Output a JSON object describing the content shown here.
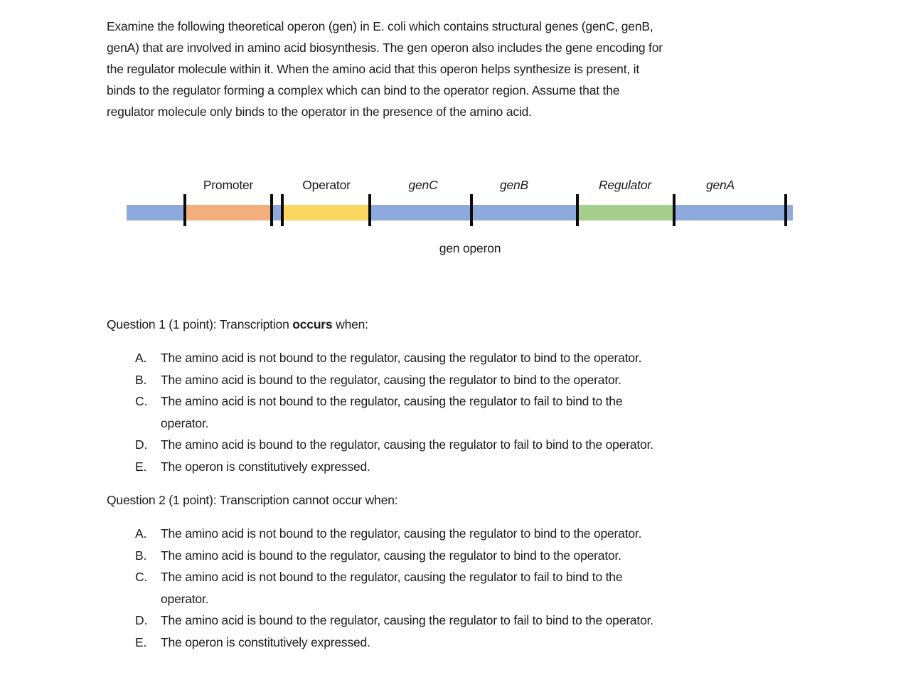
{
  "intro": {
    "lines": [
      "Examine the following theoretical operon (gen) in E. coli which contains structural genes (genC, genB,",
      "genA) that are involved in amino acid biosynthesis. The gen operon also includes the gene encoding for",
      "the regulator molecule within it. When the amino acid that this operon helps synthesize is present, it",
      "binds to the regulator forming a complex which can bind to the operator region. Assume that the",
      "regulator molecule only binds to the operator in the presence of the amino acid."
    ]
  },
  "diagram": {
    "caption": "gen operon",
    "labels": {
      "promoter": "Promoter",
      "operator": "Operator",
      "genC": "genC",
      "genB": "genB",
      "regulator": "Regulator",
      "genA": "genA"
    },
    "colors": {
      "backbone": "#8EA9DC",
      "promoter": "#F3AE7E",
      "operator": "#FBD75F",
      "regulator": "#A6CF8E",
      "tick": "#0a0a0a"
    }
  },
  "question1": {
    "prefix": "Question 1 (1 point): Transcription ",
    "bold_word": "occurs",
    "suffix": " when:",
    "options": [
      {
        "letter": "A.",
        "lines": [
          "The amino acid is not bound to the regulator, causing the regulator to bind to the operator."
        ]
      },
      {
        "letter": "B.",
        "lines": [
          "The amino acid is bound to the regulator, causing the regulator to bind to the operator."
        ]
      },
      {
        "letter": "C.",
        "lines": [
          "The amino acid is not bound to the regulator, causing the regulator to fail to bind to the",
          "operator."
        ]
      },
      {
        "letter": "D.",
        "lines": [
          "The amino acid is bound to the regulator, causing the regulator to fail to bind to the operator."
        ]
      },
      {
        "letter": "E.",
        "lines": [
          "The operon is constitutively expressed."
        ]
      }
    ]
  },
  "question2": {
    "heading": "Question 2 (1 point): Transcription cannot occur when:",
    "options": [
      {
        "letter": "A.",
        "lines": [
          "The amino acid is not bound to the regulator, causing the regulator to bind to the operator."
        ]
      },
      {
        "letter": "B.",
        "lines": [
          "The amino acid is bound to the regulator, causing the regulator to bind to the operator."
        ]
      },
      {
        "letter": "C.",
        "lines": [
          "The amino acid is not bound to the regulator, causing the regulator to fail to bind to the",
          "operator."
        ]
      },
      {
        "letter": "D.",
        "lines": [
          "The amino acid is bound to the regulator, causing the regulator to fail to bind to the operator."
        ]
      },
      {
        "letter": "E.",
        "lines": [
          "The operon is constitutively expressed."
        ]
      }
    ]
  }
}
